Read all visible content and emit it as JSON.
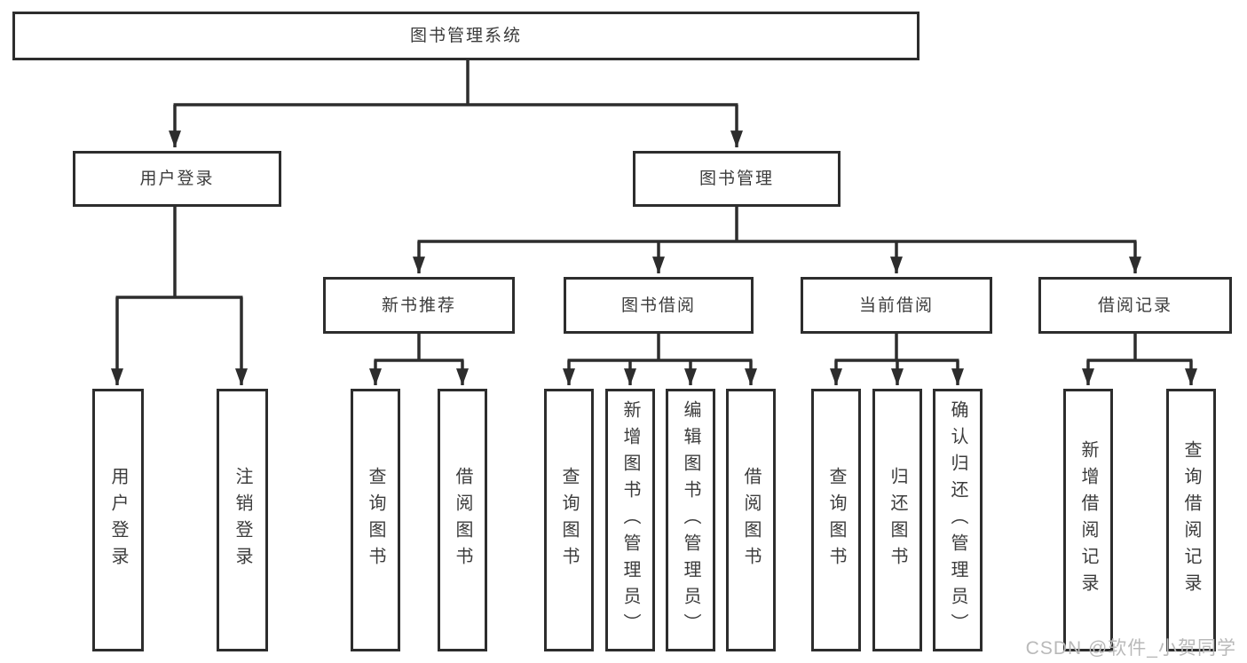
{
  "root_label": "图书管理系统",
  "user_login": {
    "label": "用户登录",
    "children": [
      "用户登录",
      "注销登录"
    ]
  },
  "book_mgmt": {
    "label": "图书管理",
    "sections": {
      "new_book_rec": {
        "label": "新书推荐",
        "children": [
          "查询图书",
          "借阅图书"
        ]
      },
      "book_borrow": {
        "label": "图书借阅",
        "children": [
          "查询图书",
          "新增图书（管理员）",
          "编辑图书（管理员）",
          "借阅图书"
        ]
      },
      "current_borrow": {
        "label": "当前借阅",
        "children": [
          "查询图书",
          "归还图书",
          "确认归还（管理员）"
        ]
      },
      "borrow_records": {
        "label": "借阅记录",
        "children": [
          "新增借阅记录",
          "查询借阅记录"
        ]
      }
    }
  },
  "watermark": "CSDN @软件_小贺同学",
  "colors": {
    "line": "#2d2d2d",
    "text": "#3c3c3c",
    "watermark": "#b9b9b9",
    "background": "#ffffff"
  }
}
